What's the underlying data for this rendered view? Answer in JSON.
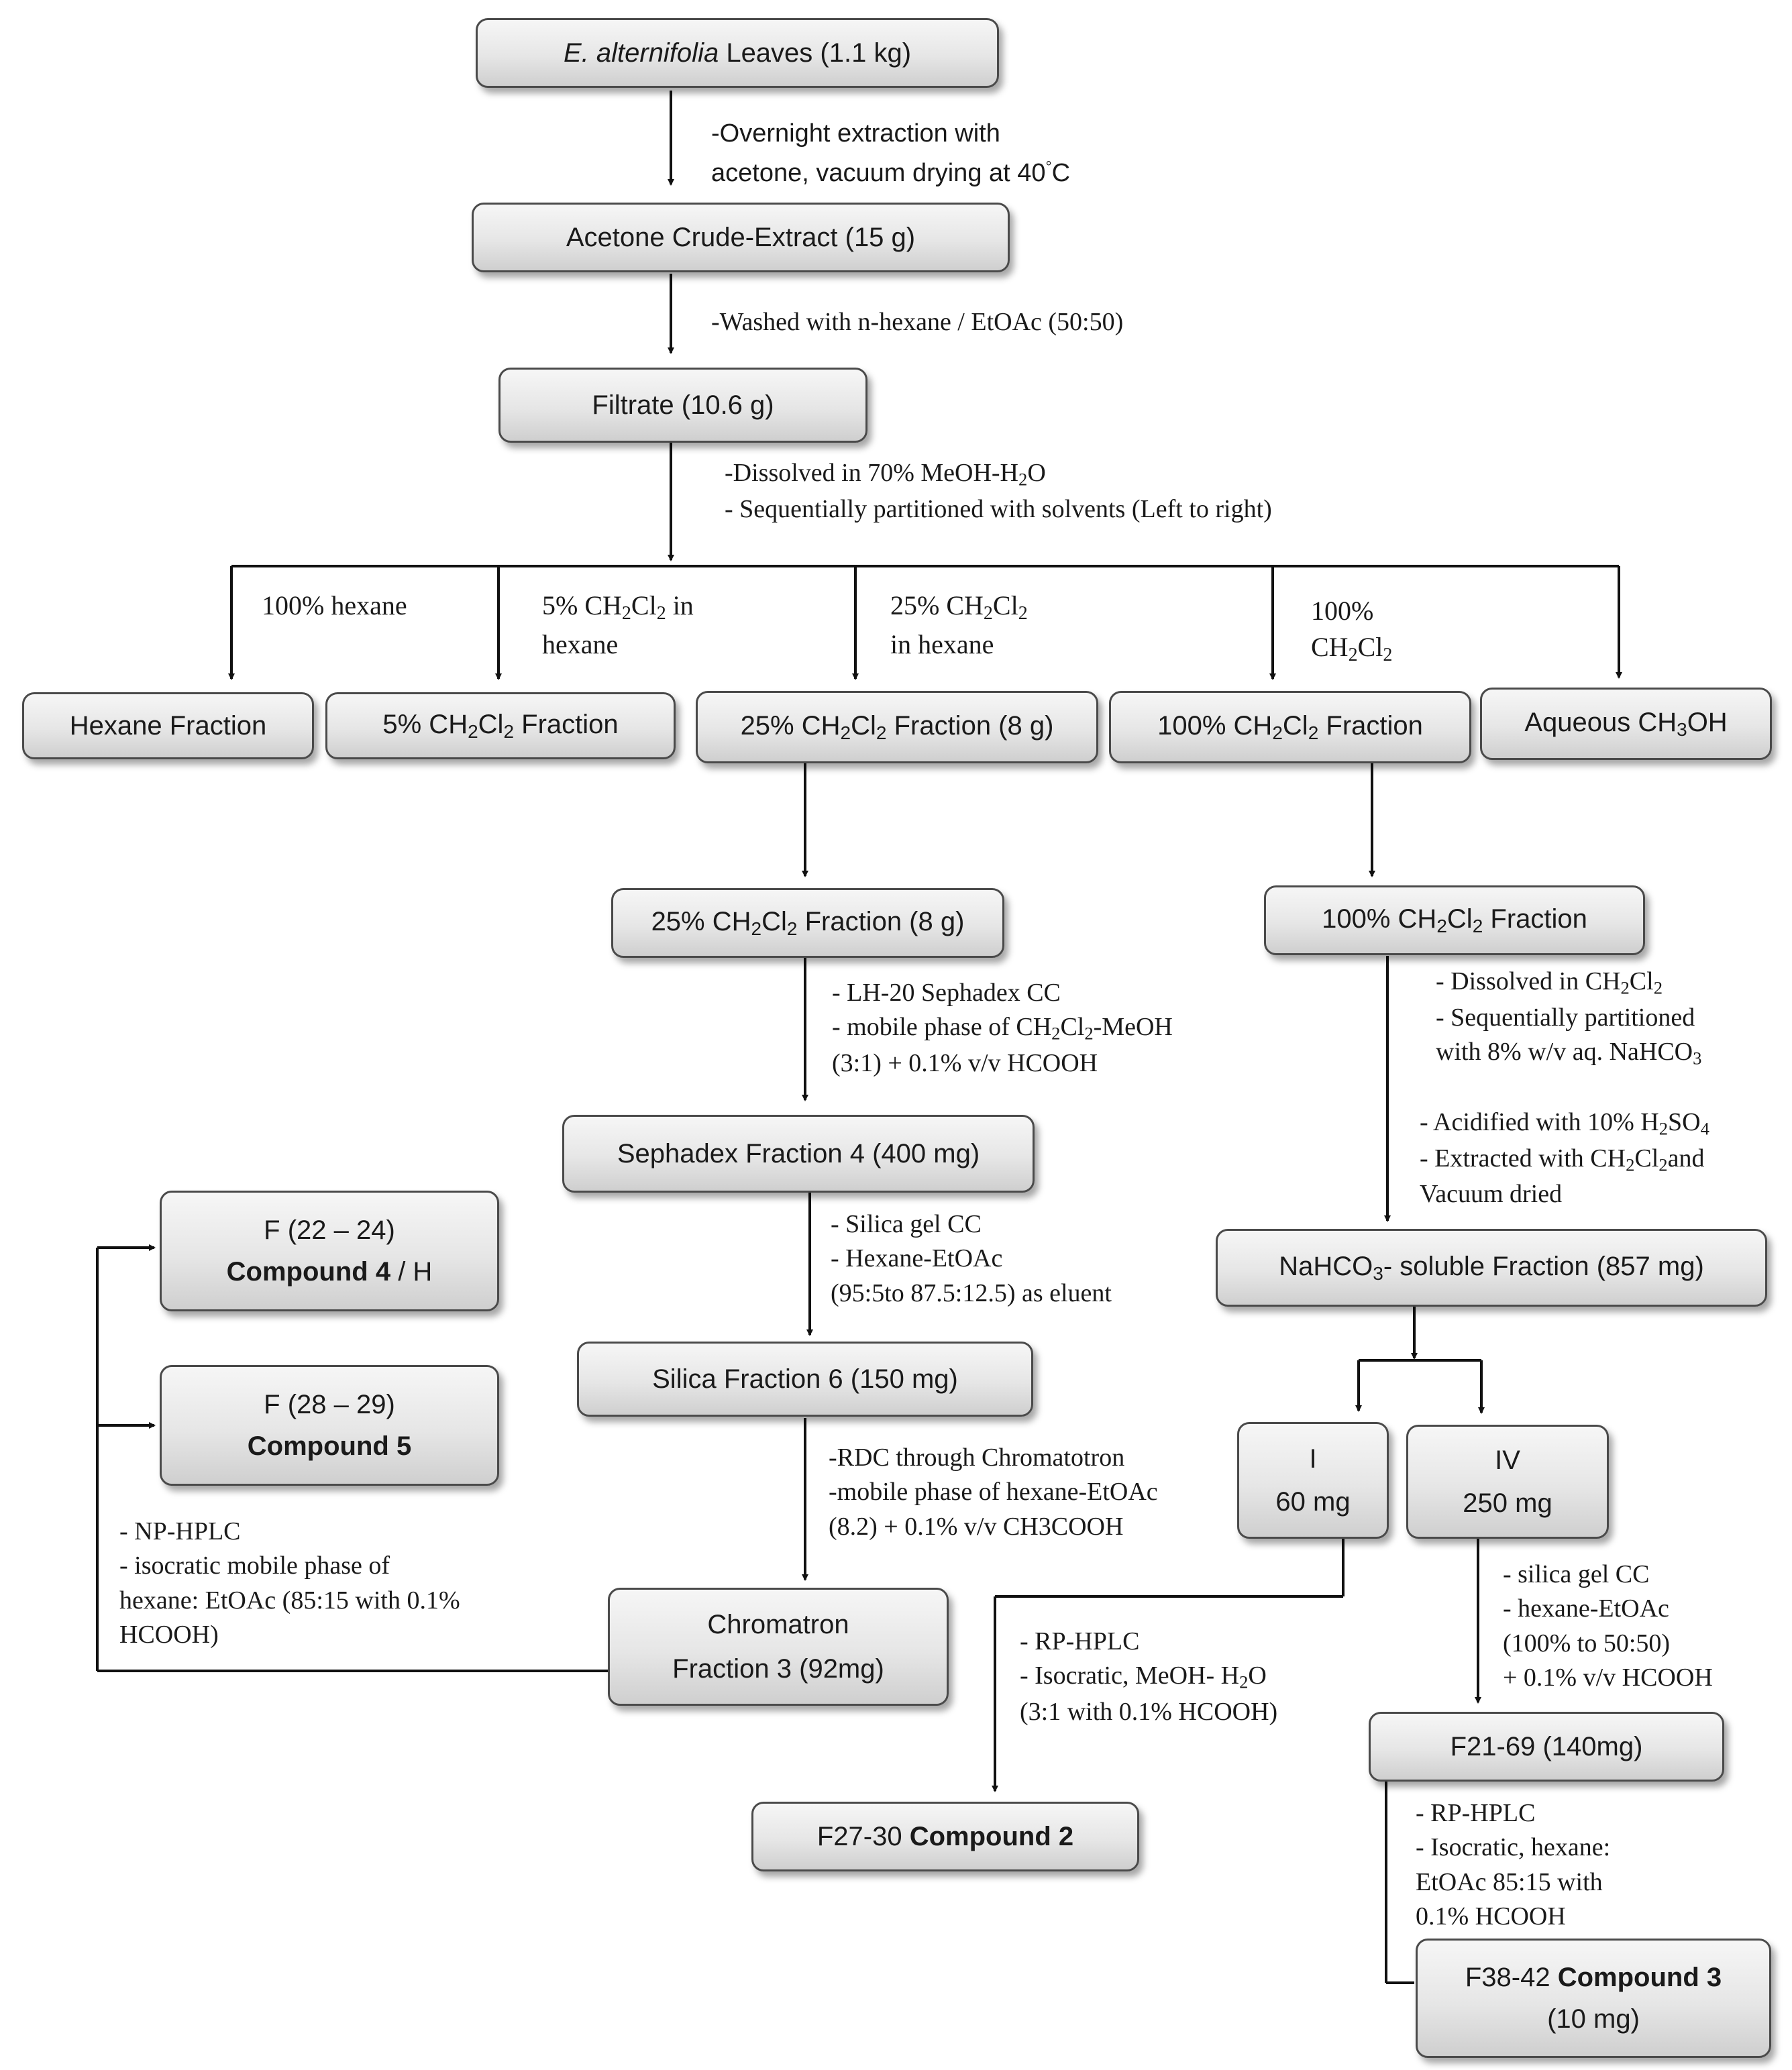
{
  "boxes": {
    "leaves": {
      "italic": "E. alternifolia",
      "rest": " Leaves (1.1 kg)"
    },
    "acetone": "Acetone Crude-Extract (15 g)",
    "filtrate": "Filtrate (10.6 g)",
    "hexane_fraction": "Hexane Fraction",
    "dcm5_fraction": {
      "a": "5% CH",
      "s1": "2",
      "b": "Cl",
      "s2": "2",
      "c": " Fraction"
    },
    "dcm25_fraction": {
      "a": "25% CH",
      "s1": "2",
      "b": "Cl",
      "s2": "2",
      "c": " Fraction (8 g)"
    },
    "dcm100_fraction": {
      "a": "100% CH",
      "s1": "2",
      "b": "Cl",
      "s2": "2",
      "c": " Fraction"
    },
    "aqueous": {
      "a": "Aqueous CH",
      "s1": "3",
      "b": "OH"
    },
    "dcm25_fraction_b": {
      "a": "25% CH",
      "s1": "2",
      "b": "Cl",
      "s2": "2",
      "c": " Fraction (8 g)"
    },
    "dcm100_fraction_b": {
      "a": "100% CH",
      "s1": "2",
      "b": "Cl",
      "s2": "2",
      "c": " Fraction"
    },
    "sephadex4": "Sephadex Fraction 4 (400 mg)",
    "silica6": "Silica Fraction 6 (150 mg)",
    "chromatron": {
      "line1": "Chromatron",
      "line2": "Fraction 3 (92mg)"
    },
    "compound4": {
      "line1": "F (22 – 24)",
      "bold": "Compound 4",
      "rest": " / H"
    },
    "compound5": {
      "line1": "F (28 – 29)",
      "bold": "Compound 5"
    },
    "nahco3": {
      "a": "NaHCO",
      "s1": "3",
      "b": "- soluble Fraction (857 mg)"
    },
    "frac_I": {
      "line1": "I",
      "line2": "60 mg"
    },
    "frac_IV": {
      "line1": "IV",
      "line2": "250 mg"
    },
    "f21_69": "F21-69 (140mg)",
    "compound2": {
      "plain": "F27-30 ",
      "bold": "Compound 2"
    },
    "compound3": {
      "plain": "F38-42 ",
      "bold": "Compound 3",
      "line2": "(10 mg)"
    }
  },
  "notes": {
    "extraction": {
      "line1": "-Overnight extraction with",
      "line2a": "acetone, vacuum drying at 40",
      "deg": "°",
      "line2b": "C"
    },
    "washed": "-Washed with n-hexane / EtOAc (50:50)",
    "dissolved": {
      "a": "-Dissolved in 70% MeOH-H",
      "s": "2",
      "b": "O",
      "line2": "- Sequentially partitioned with solvents (Left to right)"
    },
    "solvent_hexane": "100% hexane",
    "solvent_5": {
      "a": "5% CH",
      "s1": "2",
      "b": "Cl",
      "s2": "2",
      "c": " in",
      "line2": "hexane"
    },
    "solvent_25": {
      "a": "25% CH",
      "s1": "2",
      "b": "Cl",
      "s2": "2",
      "line2": "in hexane"
    },
    "solvent_100": {
      "line1": "100%",
      "a": "CH",
      "s1": "2",
      "b": "Cl",
      "s2": "2"
    },
    "lh20": {
      "line1": "-  LH-20 Sephadex CC",
      "a": "-  mobile  phase  of  CH",
      "s1": "2",
      "b": "Cl",
      "s2": "2",
      "c": "-MeOH",
      "line3": "(3:1) + 0.1% v/v HCOOH"
    },
    "silica_cc": {
      "line1": "- Silica gel CC",
      "line2": "- Hexane-EtOAc",
      "line3": "(95:5to 87.5:12.5) as eluent"
    },
    "rdc": {
      "line1": "-RDC through Chromatotron",
      "line2": "-mobile phase of hexane-EtOAc",
      "line3": "(8.2) + 0.1% v/v CH3COOH"
    },
    "np_hplc": {
      "line1": "- NP-HPLC",
      "line2": "- isocratic mobile phase of",
      "line3": "hexane: EtOAc (85:15 with 0.1%",
      "line4": "HCOOH)"
    },
    "dissolved_dcm": {
      "a": "- Dissolved in CH",
      "s1": "2",
      "b": "Cl",
      "s2": "2",
      "line2": "- Sequentially partitioned",
      "c": "with 8% w/v aq. NaHCO",
      "s3": "3"
    },
    "acidified": {
      "a": "- Acidified with 10% H",
      "s1": "2",
      "b": "SO",
      "s2": "4",
      "c": "- Extracted with CH",
      "s3": "2",
      "d": "Cl",
      "s4": "2",
      "e": "and",
      "line3": "Vacuum dried"
    },
    "rp_hplc_1": {
      "line1": "- RP-HPLC",
      "a": "- Isocratic, MeOH- H",
      "s": "2",
      "b": "O",
      "line3": "(3:1 with 0.1% HCOOH)"
    },
    "silica_iv": {
      "line1": "- silica gel CC",
      "line2": "- hexane-EtOAc",
      "line3": "(100% to 50:50)",
      "line4": "+ 0.1% v/v  HCOOH"
    },
    "rp_hplc_2": {
      "line1": "- RP-HPLC",
      "line2": "- Isocratic, hexane:",
      "line3": "EtOAc 85:15 with",
      "line4": "0.1% HCOOH"
    }
  },
  "colors": {
    "box_border": "#4a4a4a",
    "box_fill_top": "#f6f6f6",
    "box_fill_bottom": "#cfcfcf",
    "line": "#111111",
    "text": "#1a1a1a"
  }
}
